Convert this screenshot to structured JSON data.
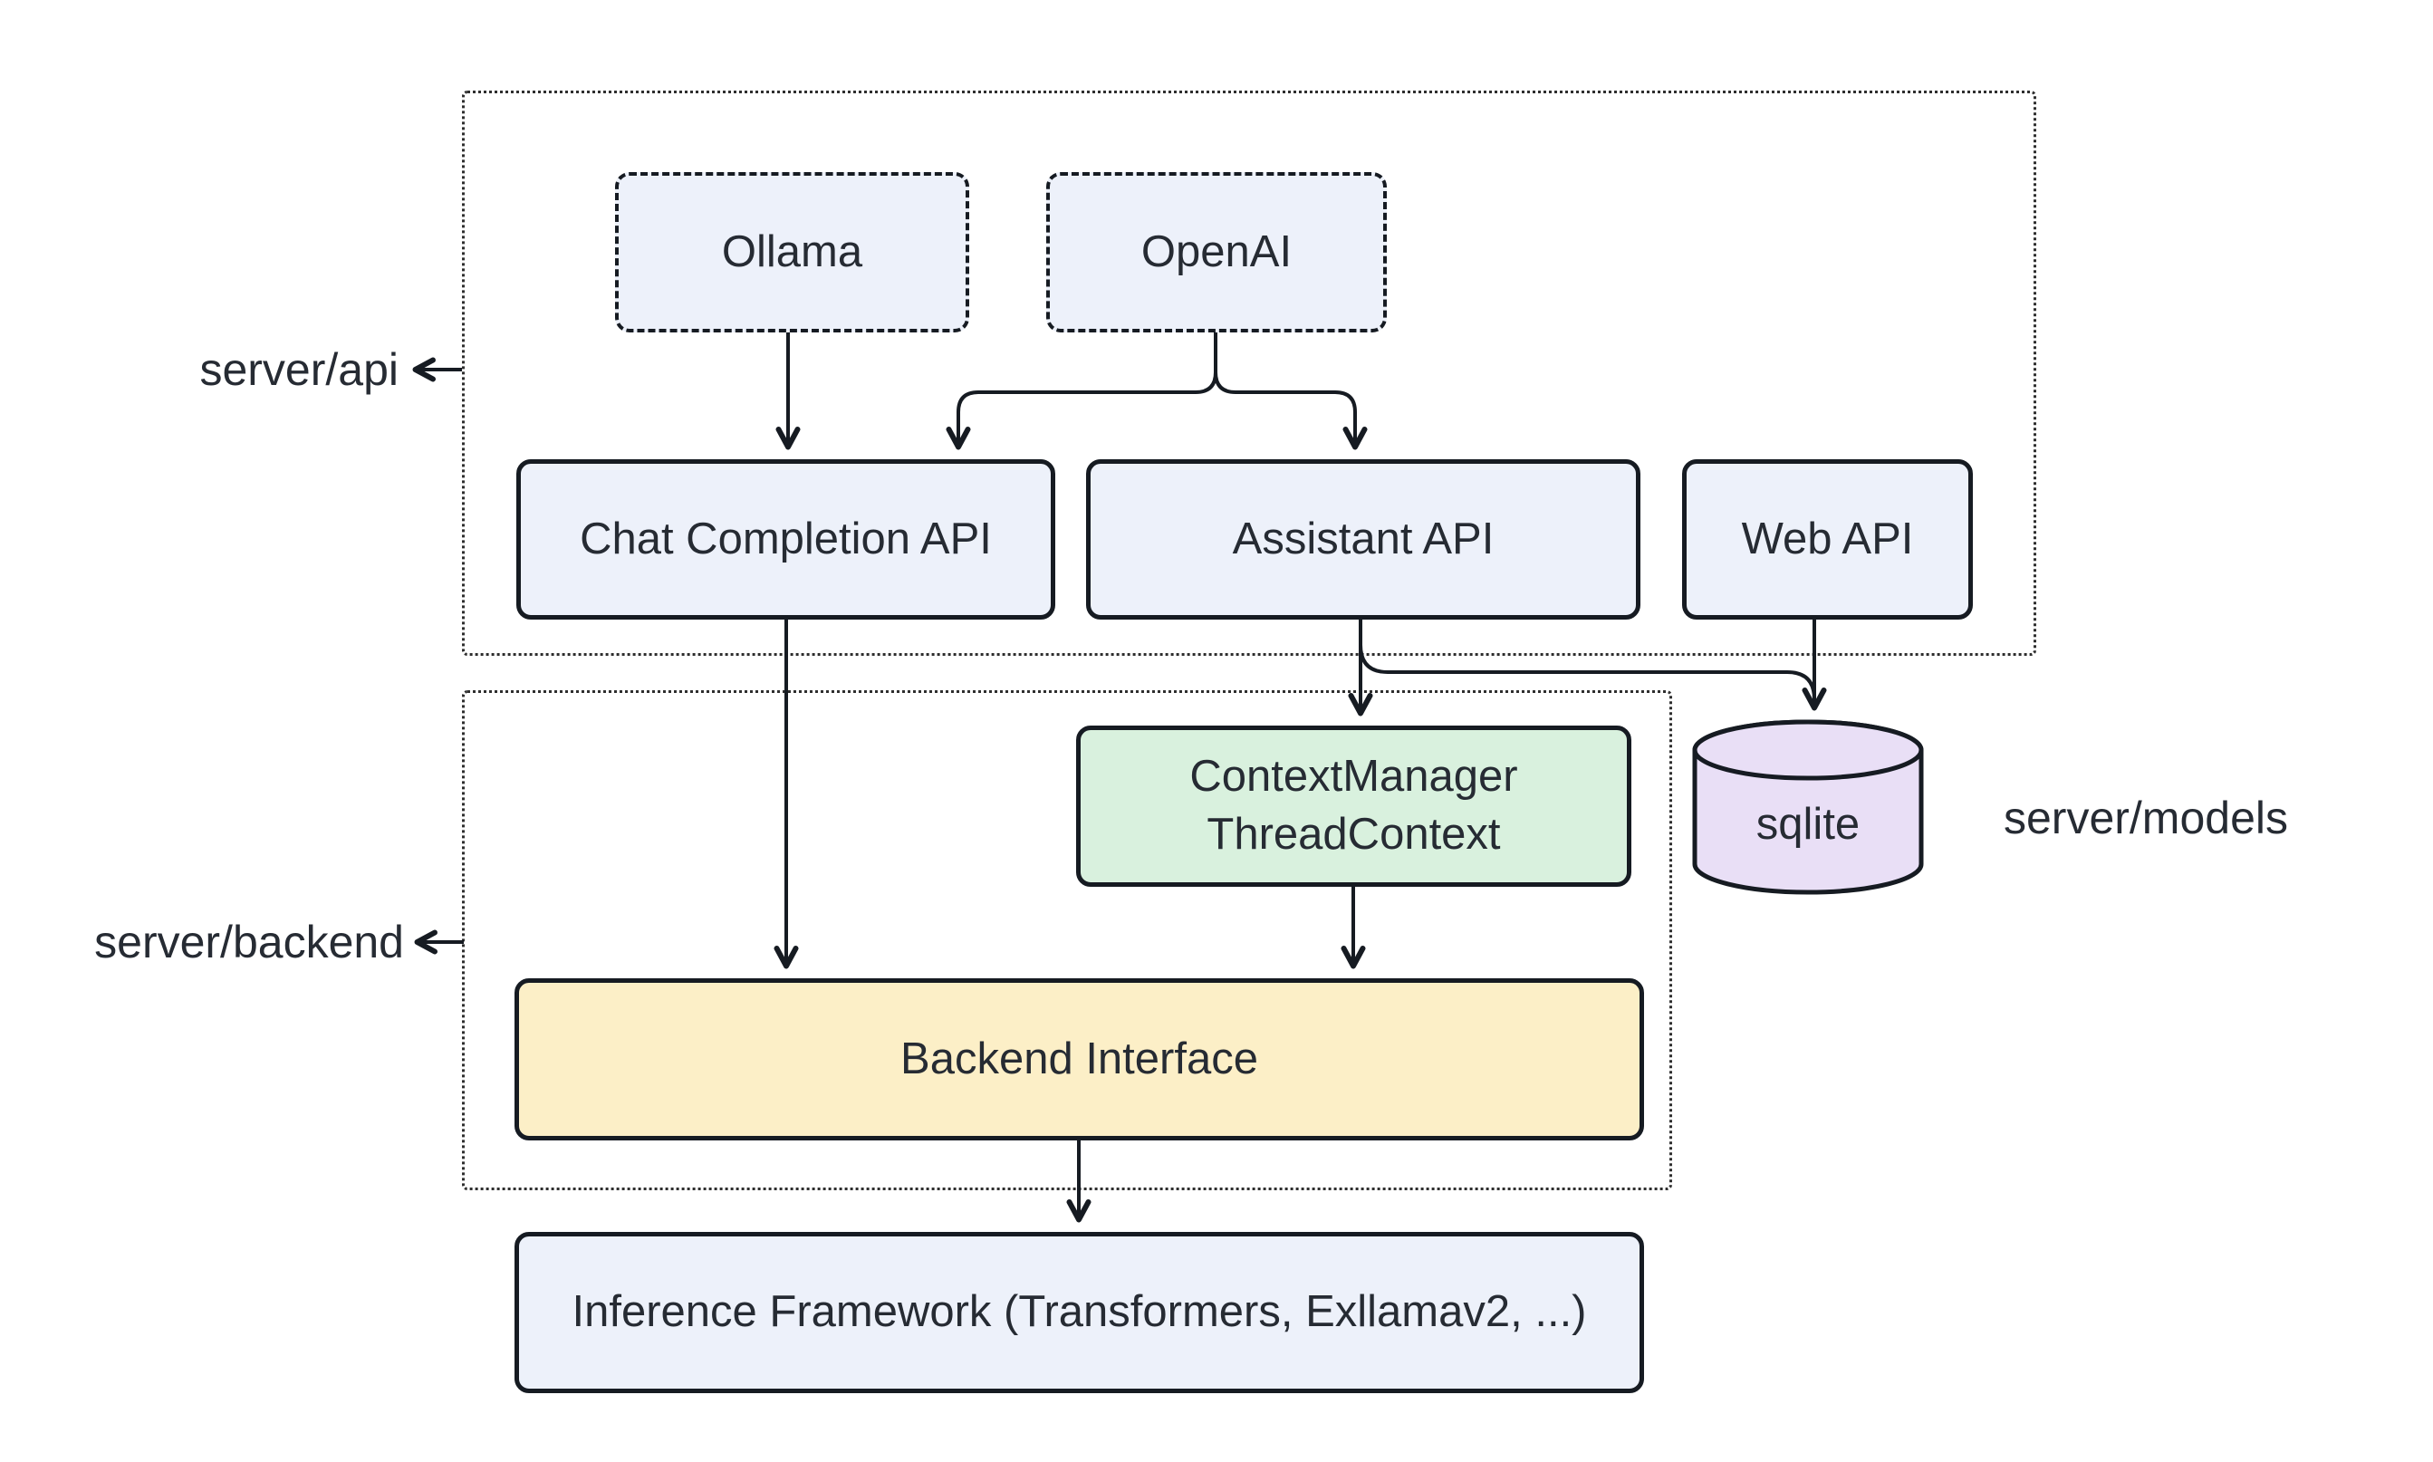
{
  "diagram": {
    "title": "LLM server architecture diagram",
    "groups": {
      "server_api": {
        "label": "server/api"
      },
      "server_backend": {
        "label": "server/backend"
      },
      "server_models": {
        "label": "server/models"
      }
    },
    "nodes": {
      "ollama": {
        "label": "Ollama"
      },
      "openai": {
        "label": "OpenAI"
      },
      "chat_completion_api": {
        "label": "Chat Completion API"
      },
      "assistant_api": {
        "label": "Assistant API"
      },
      "web_api": {
        "label": "Web API"
      },
      "context_manager": {
        "line1": "ContextManager",
        "line2": "ThreadContext"
      },
      "sqlite": {
        "label": "sqlite"
      },
      "backend_interface": {
        "label": "Backend Interface"
      },
      "inference_framework": {
        "label": "Inference Framework (Transformers, Exllamav2, ...)"
      }
    },
    "edges": [
      {
        "from": "ollama",
        "to": "chat_completion_api"
      },
      {
        "from": "openai",
        "to": "chat_completion_api"
      },
      {
        "from": "openai",
        "to": "assistant_api"
      },
      {
        "from": "chat_completion_api",
        "to": "backend_interface"
      },
      {
        "from": "assistant_api",
        "to": "context_manager"
      },
      {
        "from": "assistant_api",
        "to": "sqlite"
      },
      {
        "from": "web_api",
        "to": "sqlite"
      },
      {
        "from": "context_manager",
        "to": "backend_interface"
      },
      {
        "from": "backend_interface",
        "to": "inference_framework"
      }
    ],
    "colors": {
      "node-blue": "#EDF1FA",
      "node-green": "#D9F1DE",
      "node-yellow": "#FCEFC7",
      "node-purple": "#E9DFF6",
      "stroke": "#161B22",
      "text": "#262B33",
      "container-border": "#2E2E2E",
      "background": "#FFFFFF"
    }
  }
}
